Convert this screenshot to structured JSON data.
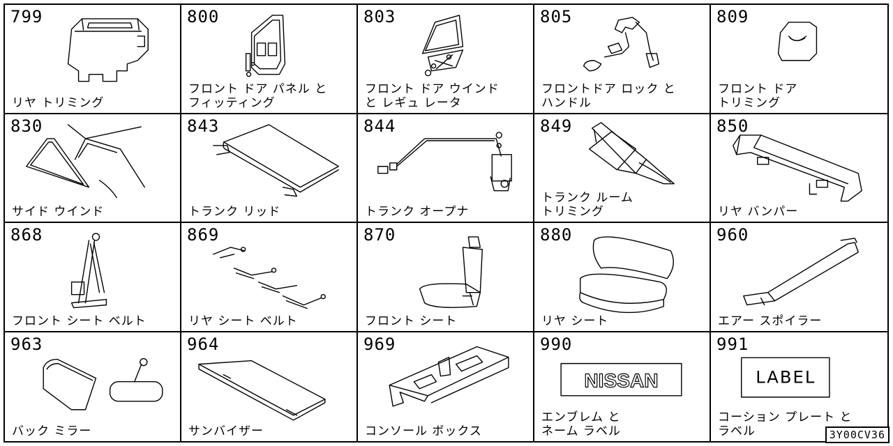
{
  "cells": [
    {
      "num": "799",
      "label": "リヤ トリミング"
    },
    {
      "num": "800",
      "label": "フロント ドア パネル と\nフィッティング"
    },
    {
      "num": "803",
      "label": "フロント ドア ウインド\nと レギュ レータ"
    },
    {
      "num": "805",
      "label": "フロントドア ロック と\nハンドル"
    },
    {
      "num": "809",
      "label": "フロント ドア\nトリミング"
    },
    {
      "num": "830",
      "label": "サイド ウインド"
    },
    {
      "num": "843",
      "label": "トランク リッド"
    },
    {
      "num": "844",
      "label": "トランク オープナ"
    },
    {
      "num": "849",
      "label": "トランク ルーム\nトリミング"
    },
    {
      "num": "850",
      "label": "リヤ バンパー"
    },
    {
      "num": "868",
      "label": "フロント シート ベルト"
    },
    {
      "num": "869",
      "label": "リヤ シート ベルト"
    },
    {
      "num": "870",
      "label": "フロント シート"
    },
    {
      "num": "880",
      "label": "リヤ シート"
    },
    {
      "num": "960",
      "label": "エアー スポイラー"
    },
    {
      "num": "963",
      "label": "バック ミラー"
    },
    {
      "num": "964",
      "label": "サンバイザー"
    },
    {
      "num": "969",
      "label": "コンソール ボックス"
    },
    {
      "num": "990",
      "label": "エンブレム と\nネーム ラベル"
    },
    {
      "num": "991",
      "label": "コーション プレート と\nラベル"
    }
  ],
  "emblem_text": "NISSAN",
  "label_plate_text": "LABEL",
  "diagram_code": "3Y00CV36"
}
